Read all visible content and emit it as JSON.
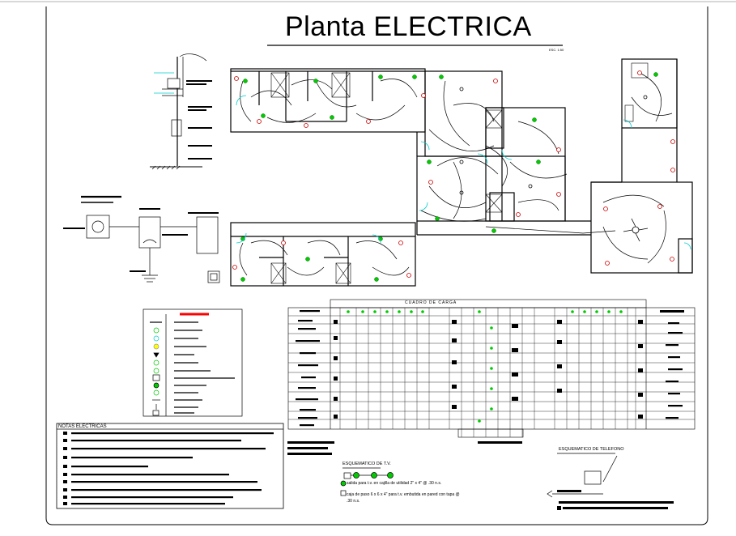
{
  "drawing": {
    "title": "Planta ELECTRICA",
    "scale_note": "ESC. 1:50",
    "colors": {
      "line": "#000000",
      "fixture": "#00cc00",
      "switch": "#00cccc",
      "outlet": "#cc0000",
      "highlight": "#ff0000"
    }
  },
  "notes": {
    "title": "NOTAS ELECTRICAS"
  },
  "load_table": {
    "title": "CUADRO DE CARGA"
  },
  "tv_schematic": {
    "title": "ESQUEMATICO DE T.V.",
    "note_outlet": "salida para t.v. en cajilla de utilidad 2\" x 4\" @ .30 n.s.",
    "note_box": "caja de paso 6 x 6 x 4\" para t.v. embutida en pared con tapa @ .30 n.s."
  },
  "phone_schematic": {
    "title": "ESQUEMATICO DE TELEFONO"
  }
}
